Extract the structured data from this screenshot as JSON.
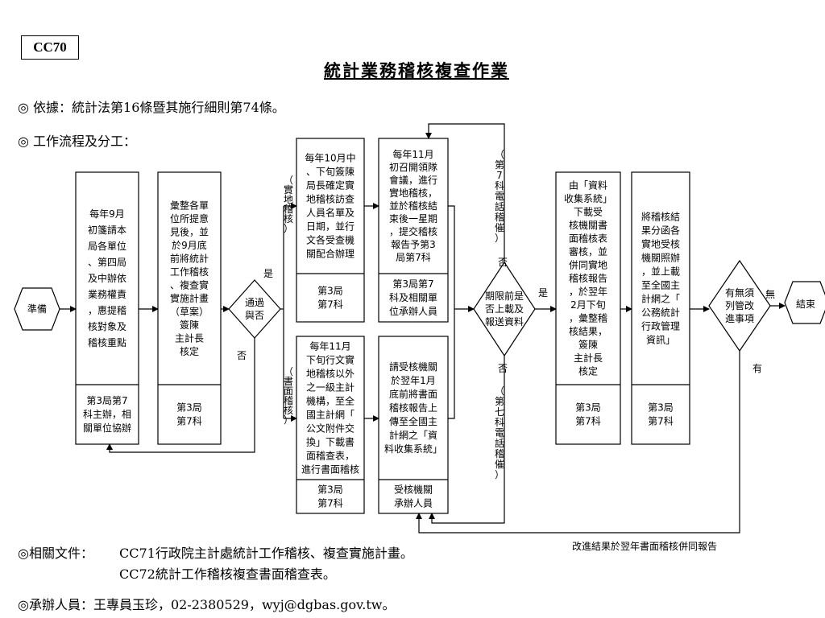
{
  "header": {
    "code": "CC70",
    "title": "統計業務稽核複查作業"
  },
  "basis": "◎ 依據：統計法第16條暨其施行細則第74條。",
  "flow_heading": "◎ 工作流程及分工：",
  "nodes": {
    "start": "準備",
    "end": "結束",
    "step1": {
      "lines": [
        "每年9月",
        "初箋請本",
        "局各單位",
        "、第四局",
        "及中辦依",
        "業務權責",
        "，惠提稽",
        "核對象及",
        "稽核重點"
      ],
      "owner": [
        "第3局第7",
        "科主辦，相",
        "關單位協辦"
      ]
    },
    "step2": {
      "lines": [
        "彙整各單",
        "位所提意",
        "見後，並",
        "於9月底",
        "前將統計",
        "工作稽核",
        "、複查實",
        "實施計畫",
        "（草案）",
        "簽陳",
        "主計長",
        "核定"
      ],
      "owner": [
        "第3局",
        "第7科"
      ]
    },
    "decision1": [
      "通過",
      "與否"
    ],
    "onsite_a": {
      "lines": [
        "每年10月中",
        "、下旬簽陳",
        "局長確定實",
        "地稽核訪查",
        "人員名單及",
        "日期，並行",
        "文各受查機",
        "關配合辦理"
      ],
      "owner": [
        "第3局",
        "第7科"
      ]
    },
    "onsite_b": {
      "lines": [
        "每年11月",
        "初召開領隊",
        "會議，進行",
        "實地稽核，",
        "並於稽核結",
        "束後一星期",
        "，提交稽核",
        "報告予第3",
        "局第7科"
      ],
      "owner": [
        "第3局第7",
        "科及相關單",
        "位承辦人員"
      ]
    },
    "written_a": {
      "lines": [
        "每年11月",
        "下旬行文實",
        "地稽核以外",
        "之一級主計",
        "機構，至全",
        "國主計網「",
        "公文附件交",
        "換」下載書",
        "面稽查表，",
        "進行書面稽核"
      ],
      "owner": [
        "第3局",
        "第7科"
      ]
    },
    "written_b": {
      "lines": [
        "請受核機關",
        "於翌年1月",
        "底前將書面",
        "稽核報告上",
        "傳至全國主",
        "計網之「資",
        "料收集系統」"
      ],
      "owner": [
        "受核機關",
        "承辦人員"
      ]
    },
    "decision2": [
      "期限前是",
      "否上載及",
      "報送資料"
    ],
    "step7": {
      "lines": [
        "由「資料",
        "收集系統」",
        "下載受",
        "核機關書",
        "面稽核表",
        "審核，並",
        "併同實地",
        "稽核報告",
        "，於翌年",
        "2月下旬",
        "，彙整稽",
        "核結果，",
        "簽陳",
        "主計長",
        "核定"
      ],
      "owner": [
        "第3局",
        "第7科"
      ]
    },
    "step8": {
      "lines": [
        "將稽核結",
        "果分函各",
        "實地受核",
        "機關照辦",
        "，並上載",
        "至全國主",
        "計網之「",
        "公務統計",
        "行政管理",
        "資訊」"
      ],
      "owner": [
        "第3局",
        "第7科"
      ]
    },
    "decision3": [
      "有無須",
      "列管改",
      "進事項"
    ]
  },
  "labels": {
    "yes": "是",
    "no": "否",
    "none": "無",
    "have": "有",
    "onsite_branch": "（實地稽核）",
    "written_branch": "（書面稽核）",
    "phone_top": "（第7科電話稽催）",
    "phone_bottom": "（第七科電話稽催）",
    "improve_note": "改進結果於翌年書面稽核併同報告"
  },
  "related": {
    "prefix": "◎相關文件：",
    "doc1": "CC71行政院主計處統計工作稽核、複查實施計畫。",
    "doc2": "CC72統計工作稽核複查書面稽查表。"
  },
  "contact": "◎承辦人員：王專員玉珍，02-2380529，wyj@dgbas.gov.tw。"
}
